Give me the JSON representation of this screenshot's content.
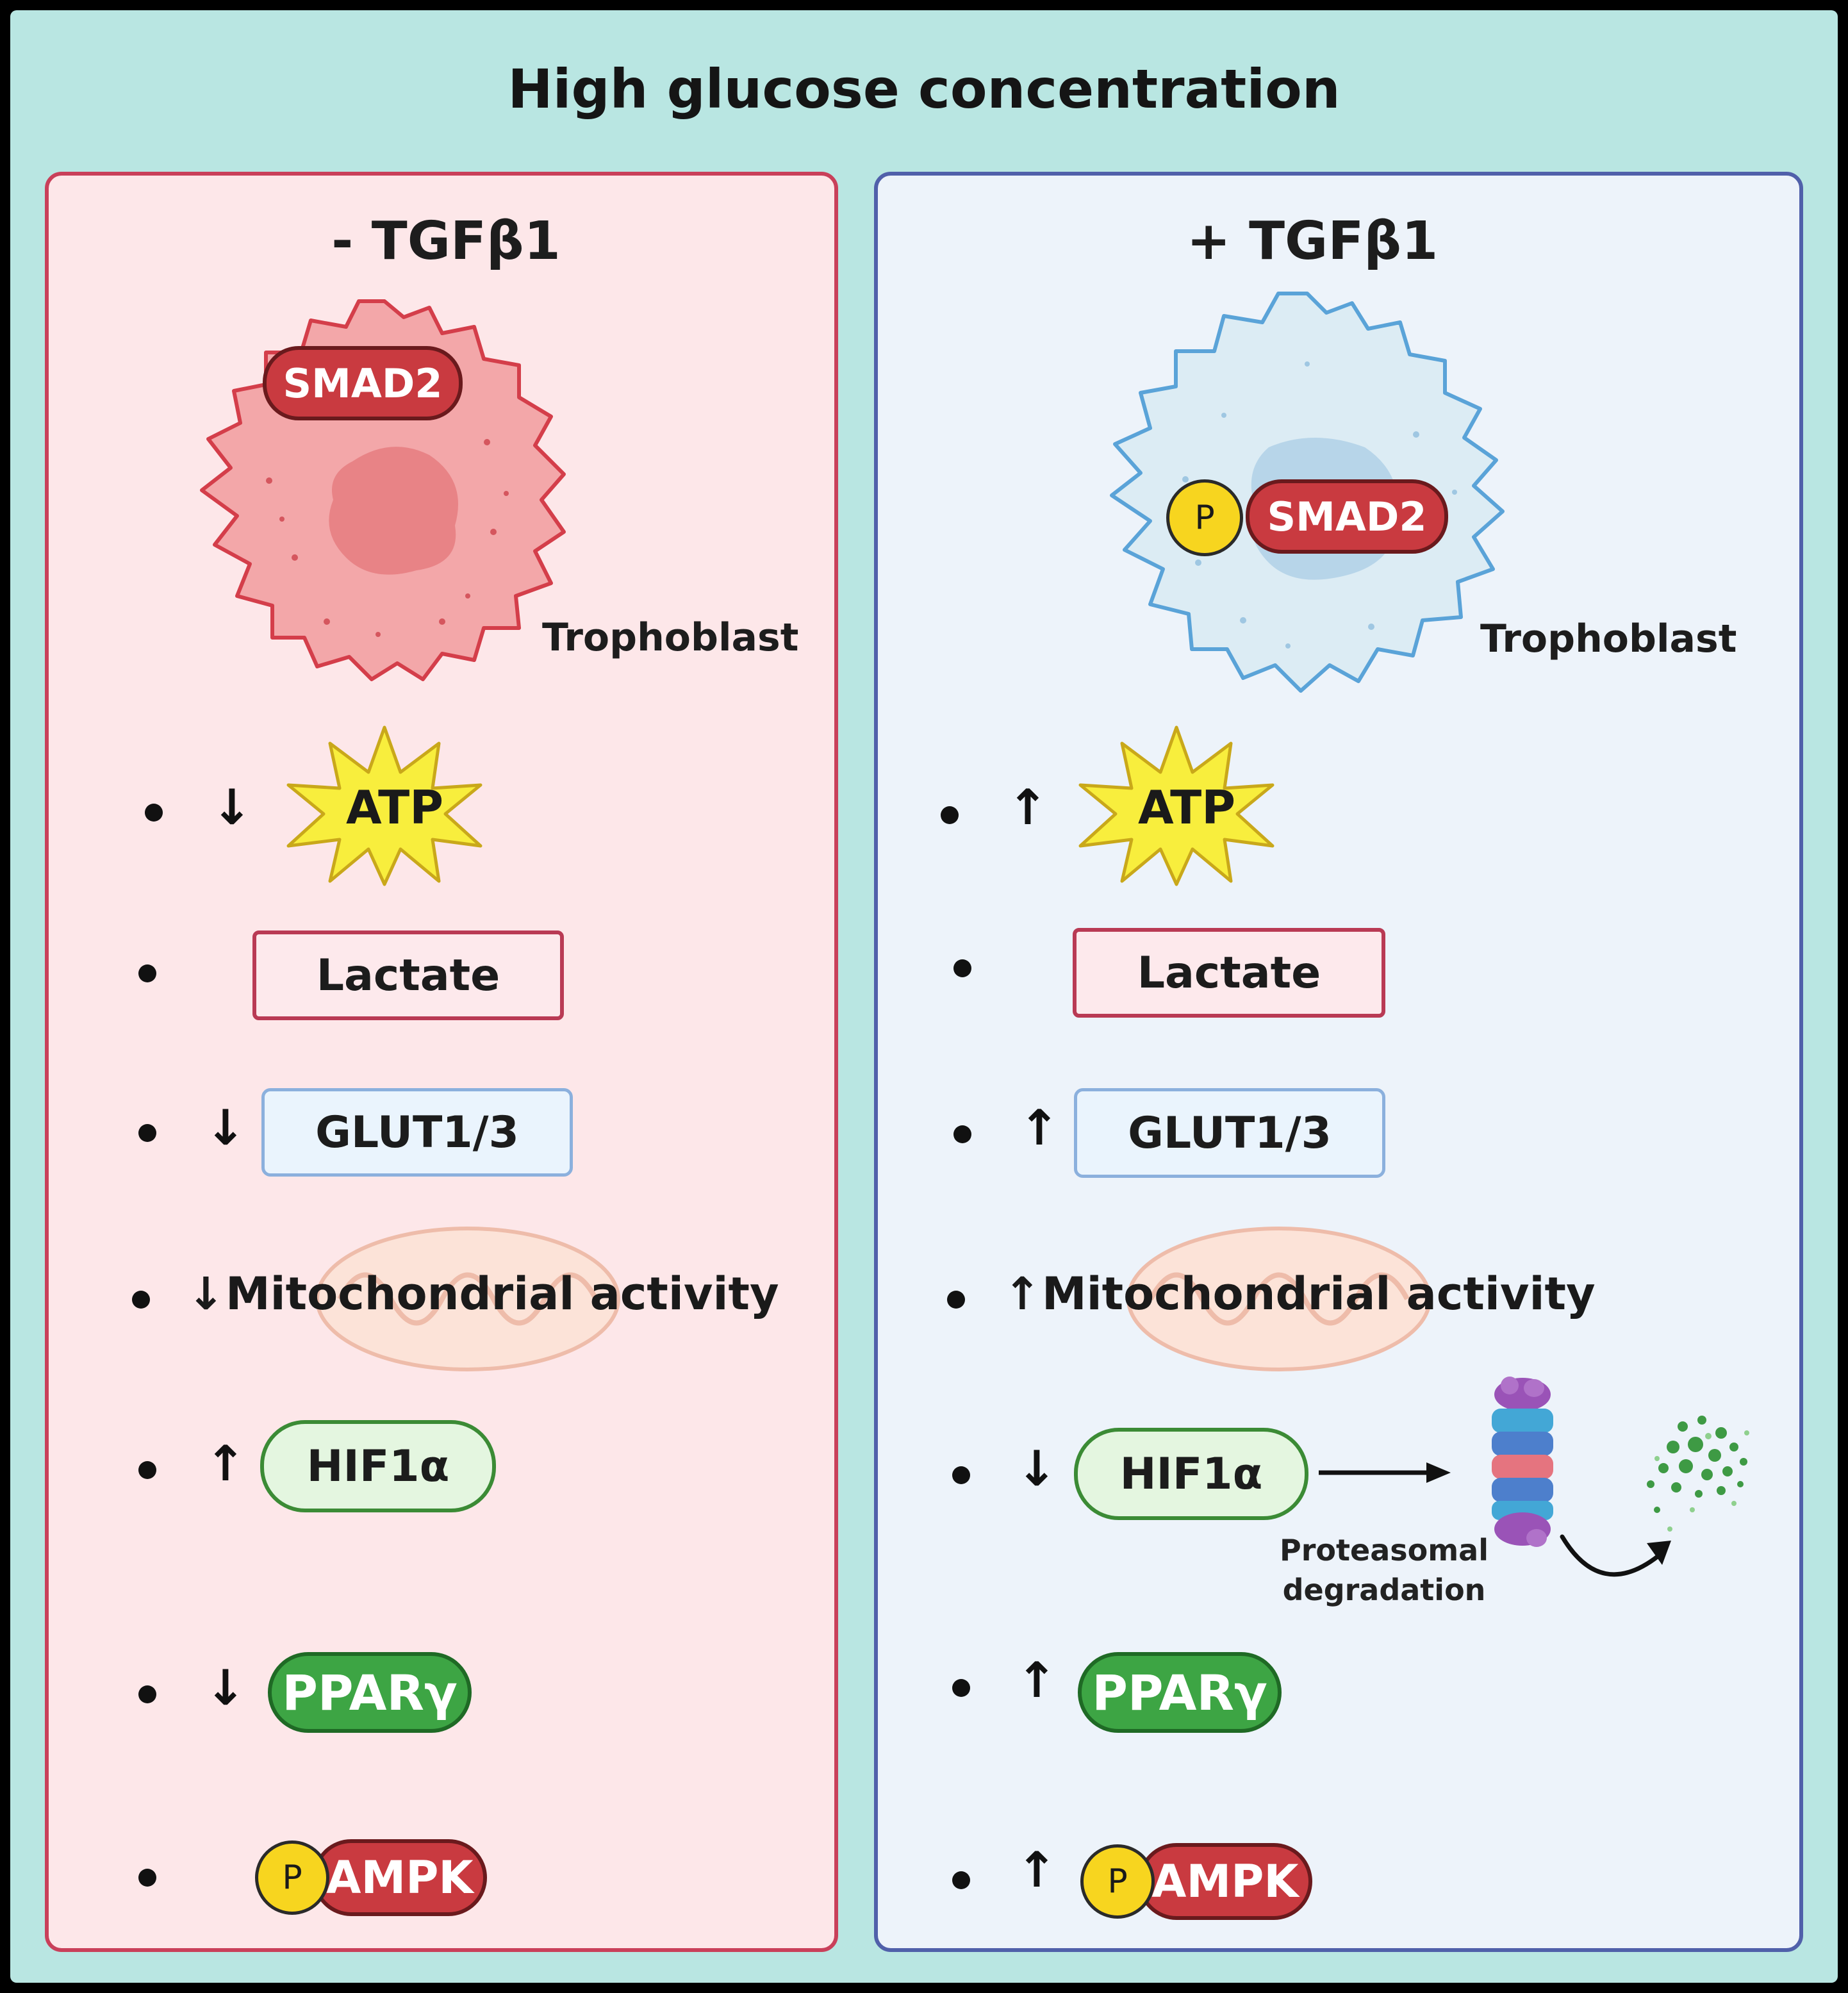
{
  "title": "High glucose concentration",
  "colors": {
    "background": "#b9e6e2",
    "left_panel": "#fde7e9",
    "right_panel": "#edf3fa",
    "smad_red": "#c93a40",
    "ppar_green": "#3da544",
    "phospho_yellow": "#f7d51f"
  },
  "left": {
    "heading": "- TGFβ1",
    "cell_label": "Trophoblast",
    "smad": "SMAD2",
    "rows": {
      "atp": {
        "arrow": "↓",
        "label": "ATP"
      },
      "lactate": {
        "label": "Lactate"
      },
      "glut": {
        "arrow": "↓",
        "label": "GLUT1/3"
      },
      "mito": {
        "arrow": "↓",
        "label": "Mitochondrial activity"
      },
      "hif": {
        "arrow": "↑",
        "label": "HIF1α"
      },
      "ppar": {
        "arrow": "↓",
        "label": "PPARγ"
      },
      "ampk": {
        "p": "P",
        "label": "AMPK"
      }
    }
  },
  "right": {
    "heading": "+ TGFβ1",
    "cell_label": "Trophoblast",
    "smad_p": "P",
    "smad": "SMAD2",
    "rows": {
      "atp": {
        "arrow": "↑",
        "label": "ATP"
      },
      "lactate": {
        "label": "Lactate"
      },
      "glut": {
        "arrow": "↑",
        "label": "GLUT1/3"
      },
      "mito": {
        "arrow": "↑",
        "label": "Mitochondrial activity"
      },
      "hif": {
        "arrow": "↓",
        "label": "HIF1α"
      },
      "proteasome_line1": "Proteasomal",
      "proteasome_line2": "degradation",
      "ppar": {
        "arrow": "↑",
        "label": "PPARγ"
      },
      "ampk": {
        "arrow": "↑",
        "p": "P",
        "label": "AMPK"
      }
    }
  }
}
